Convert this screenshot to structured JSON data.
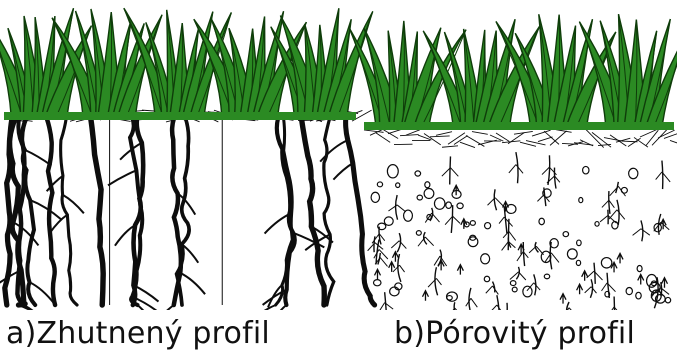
{
  "panels": [
    {
      "id": "a",
      "label": "a)Zhutnený profil"
    },
    {
      "id": "b",
      "label": "b)Pórovitý profil"
    }
  ],
  "colors": {
    "grass": "#2b8a23",
    "grass_dark": "#0f3d0a",
    "ink": "#0d0d0d",
    "background": "#ffffff"
  }
}
